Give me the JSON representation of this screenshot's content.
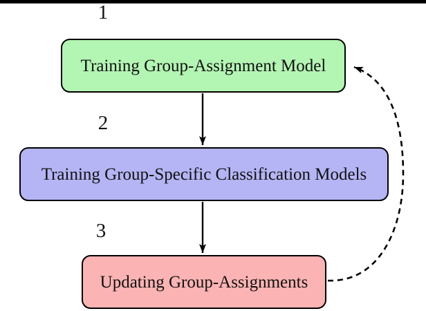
{
  "figure": {
    "background_color": "#ffffff",
    "top_rule_color": "#000000",
    "border_color": "#000000",
    "arrow_color": "#000000"
  },
  "steps": [
    {
      "number": "1",
      "label": "Training Group-Assignment Model",
      "fill": "#b3f5b3"
    },
    {
      "number": "2",
      "label": "Training Group-Specific Classification Models",
      "fill": "#b5b5f5"
    },
    {
      "number": "3",
      "label": "Updating Group-Assignments",
      "fill": "#fbb3b3"
    }
  ],
  "arrows": [
    {
      "name": "step1-to-step2",
      "style": "solid"
    },
    {
      "name": "step2-to-step3",
      "style": "solid"
    },
    {
      "name": "feedback-step3-to-step1",
      "style": "dashed"
    }
  ]
}
